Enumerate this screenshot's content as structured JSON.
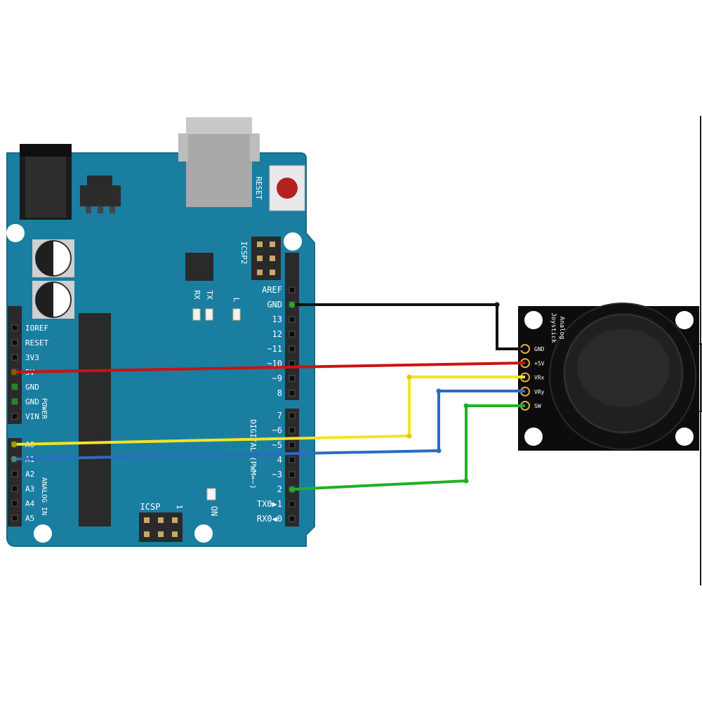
{
  "board": {
    "reset_label": "RESET",
    "icsp2_label": "ICSP2",
    "icsp_label": "ICSP",
    "icsp_pin1_label": "1",
    "on_label": "ON",
    "tx_label": "TX",
    "rx_label": "RX",
    "l_label": "L",
    "digital_label": "DIGITAL (PWM=~)",
    "power_label": "POWER",
    "analog_label": "ANALOG IN",
    "colors": {
      "pcb": "#1a7ea1",
      "header": "#2a2a2a",
      "reset_button": "#b32121",
      "usb": "#a9a9a9"
    },
    "digital_top_pins": [
      "AREF",
      "GND",
      "13",
      "12",
      "~11",
      "~10",
      "~9",
      "8"
    ],
    "digital_bottom_pins": [
      "7",
      "~6",
      "~5",
      "4",
      "~3",
      "2",
      "TX0▶1",
      "RX0◀0"
    ],
    "power_pins": [
      "IOREF",
      "RESET",
      "3V3",
      "5V",
      "GND",
      "GND",
      "VIN"
    ],
    "analog_pins": [
      "A0",
      "A1",
      "A2",
      "A3",
      "A4",
      "A5"
    ]
  },
  "joystick": {
    "title_line1": "Analog",
    "title_line2": "Joystick",
    "pins": [
      "GND",
      "+5V",
      "VRx",
      "VRy",
      "SW"
    ]
  },
  "wires": [
    {
      "name": "gnd-wire",
      "color": "#111111",
      "from": "GND",
      "to": "GND"
    },
    {
      "name": "5v-wire",
      "color": "#cc1111",
      "from": "5V",
      "to": "+5V"
    },
    {
      "name": "vrx-wire",
      "color": "#f0e625",
      "from": "A0",
      "to": "VRx"
    },
    {
      "name": "vry-wire",
      "color": "#2a6cc0",
      "from": "A1",
      "to": "VRy"
    },
    {
      "name": "sw-wire",
      "color": "#1fb026",
      "from": "2",
      "to": "SW"
    }
  ]
}
